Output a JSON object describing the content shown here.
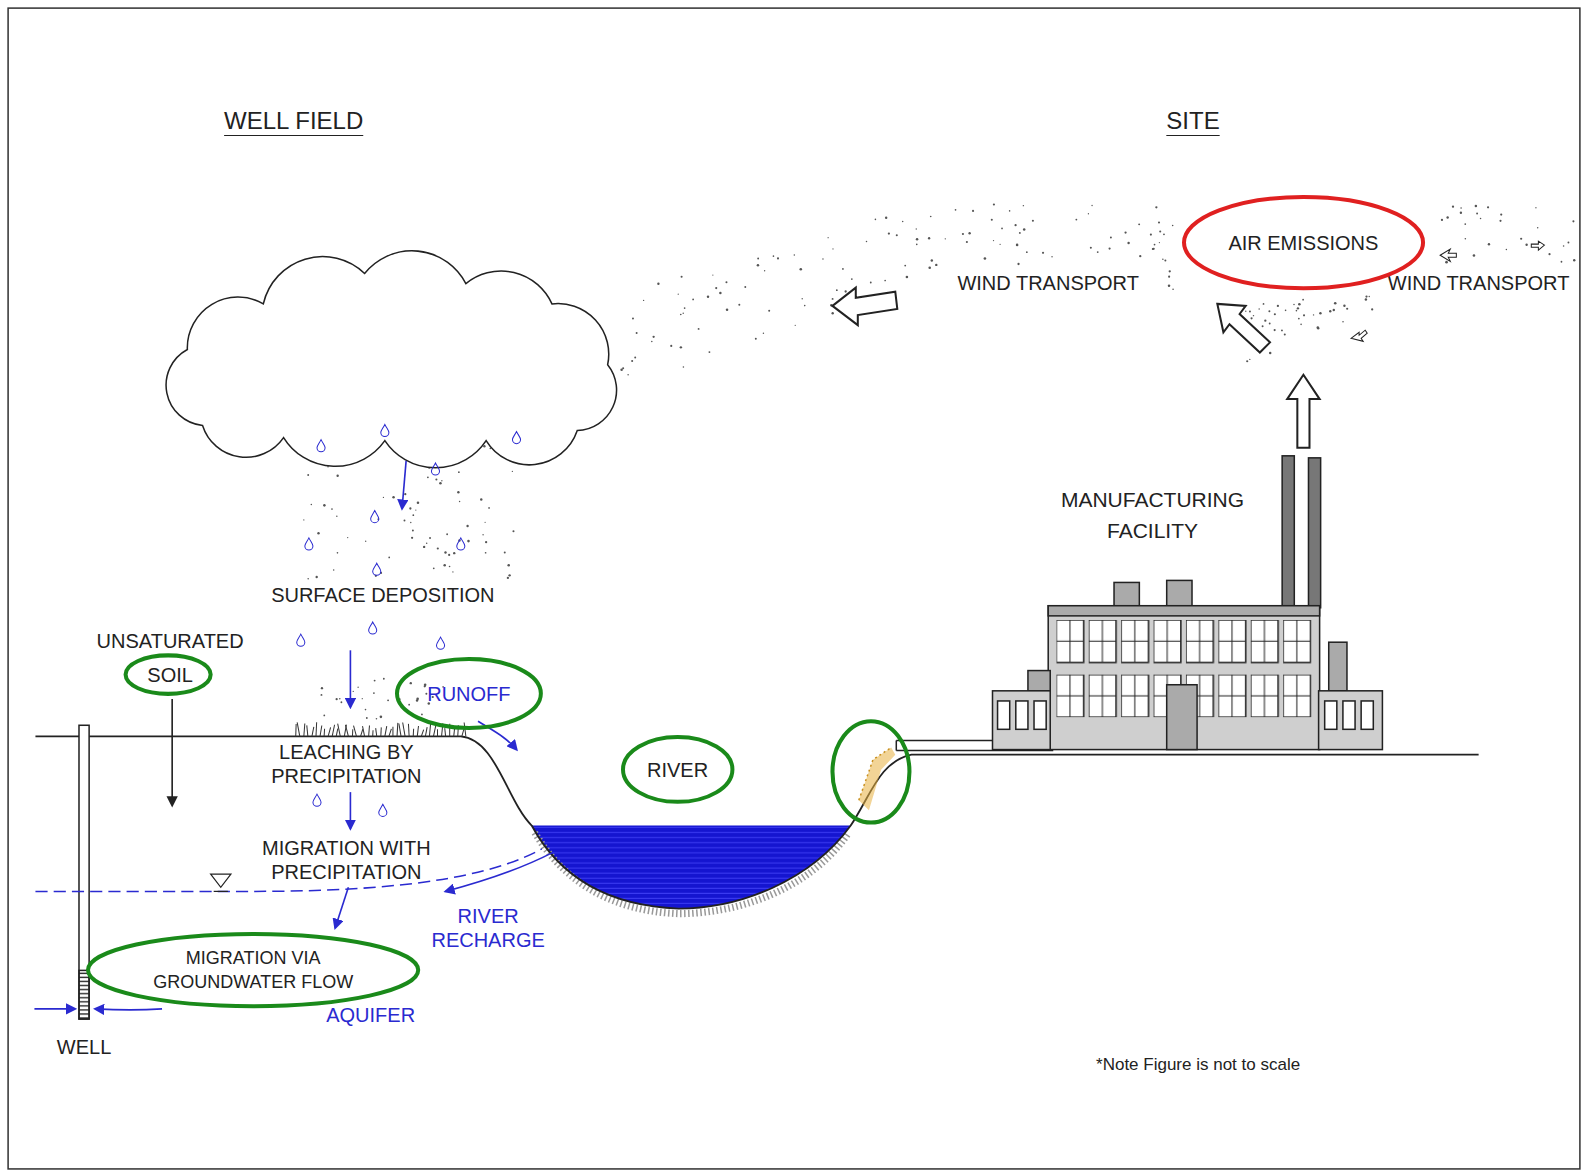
{
  "diagram": {
    "nodes": [
      {
        "text": [
          "AIR EMISSIONS"
        ]
      },
      {
        "text": [
          "RUNOFF"
        ]
      },
      {
        "text": [
          "RIVER"
        ]
      },
      {
        "text": [
          "MIGRATION VIA GROUNDWATER FLOW"
        ]
      }
    ],
    "labels": [
      "WELL FIELD",
      "SITE",
      "WIND TRANSPORT",
      "WIND TRANSPORT",
      "MANUFACTURING FACILITY",
      "SURFACE DEPOSITION",
      "UNSATURATED SOIL",
      "LEACHING BY PRECIPITATION",
      "MIGRATION WITH PRECIPITATION",
      "RIVER RECHARGE",
      "AQUIFER",
      "WELL",
      "*Note Figure is not to scale"
    ]
  }
}
